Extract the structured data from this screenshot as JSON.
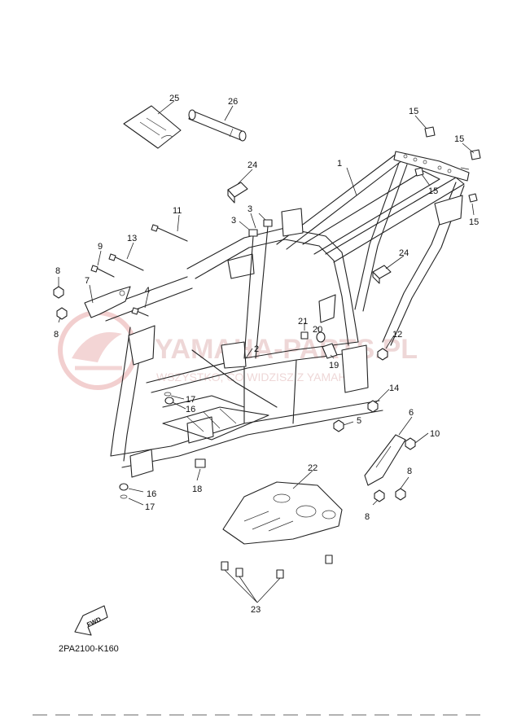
{
  "diagram_code": "2PA2100-K160",
  "fwd_label": "FWD",
  "watermark": {
    "site": "YAMAHA-PARTS.PL",
    "tagline": "WSZYSTKO, CO WIDZISZ Z YAMAHA"
  },
  "callouts": [
    {
      "id": "c1",
      "num": "1"
    },
    {
      "id": "c2",
      "num": "2"
    },
    {
      "id": "c3a",
      "num": "3"
    },
    {
      "id": "c3b",
      "num": "3"
    },
    {
      "id": "c4",
      "num": "4"
    },
    {
      "id": "c5",
      "num": "5"
    },
    {
      "id": "c6",
      "num": "6"
    },
    {
      "id": "c7",
      "num": "7"
    },
    {
      "id": "c8a",
      "num": "8"
    },
    {
      "id": "c8b",
      "num": "8"
    },
    {
      "id": "c8c",
      "num": "8"
    },
    {
      "id": "c8d",
      "num": "8"
    },
    {
      "id": "c9",
      "num": "9"
    },
    {
      "id": "c10",
      "num": "10"
    },
    {
      "id": "c11",
      "num": "11"
    },
    {
      "id": "c12",
      "num": "12"
    },
    {
      "id": "c13",
      "num": "13"
    },
    {
      "id": "c14",
      "num": "14"
    },
    {
      "id": "c15a",
      "num": "15"
    },
    {
      "id": "c15b",
      "num": "15"
    },
    {
      "id": "c15c",
      "num": "15"
    },
    {
      "id": "c15d",
      "num": "15"
    },
    {
      "id": "c16a",
      "num": "16"
    },
    {
      "id": "c16b",
      "num": "16"
    },
    {
      "id": "c17a",
      "num": "17"
    },
    {
      "id": "c17b",
      "num": "17"
    },
    {
      "id": "c18",
      "num": "18"
    },
    {
      "id": "c19",
      "num": "19"
    },
    {
      "id": "c20",
      "num": "20"
    },
    {
      "id": "c21",
      "num": "21"
    },
    {
      "id": "c22",
      "num": "22"
    },
    {
      "id": "c23",
      "num": "23"
    },
    {
      "id": "c24a",
      "num": "24"
    },
    {
      "id": "c24b",
      "num": "24"
    },
    {
      "id": "c25",
      "num": "25"
    },
    {
      "id": "c26",
      "num": "26"
    }
  ]
}
